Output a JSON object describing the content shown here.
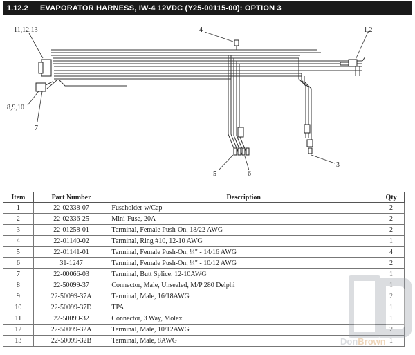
{
  "header": {
    "section_number": "1.12.2",
    "title": "EVAPORATOR HARNESS, IW-4  12VDC (Y25-00115-00): OPTION 3"
  },
  "diagram": {
    "callouts": {
      "c_11_12_13": "11,12,13",
      "c_4": "4",
      "c_1_2": "1,2",
      "c_8_9_10": "8,9,10",
      "c_7": "7",
      "c_5": "5",
      "c_6": "6",
      "c_3": "3"
    }
  },
  "table": {
    "headers": {
      "item": "Item",
      "part_number": "Part Number",
      "description": "Description",
      "qty": "Qty"
    },
    "rows": [
      {
        "item": "1",
        "part_number": "22-02338-07",
        "description": "Fuseholder w/Cap",
        "qty": "2"
      },
      {
        "item": "2",
        "part_number": "22-02336-25",
        "description": "Mini-Fuse, 20A",
        "qty": "2"
      },
      {
        "item": "3",
        "part_number": "22-01258-01",
        "description": "Terminal, Female Push-On, 18/22 AWG",
        "qty": "2"
      },
      {
        "item": "4",
        "part_number": "22-01140-02",
        "description": "Terminal, Ring #10, 12-10 AWG",
        "qty": "1"
      },
      {
        "item": "5",
        "part_number": "22-01141-01",
        "description": "Terminal, Female Push-On, ¼\" - 14/16 AWG",
        "qty": "4"
      },
      {
        "item": "6",
        "part_number": "31-1247",
        "description": "Terminal, Female Push-On, ¼\" - 10/12 AWG",
        "qty": "2"
      },
      {
        "item": "7",
        "part_number": "22-00066-03",
        "description": "Terminal, Butt Splice, 12-10AWG",
        "qty": "1"
      },
      {
        "item": "8",
        "part_number": "22-50099-37",
        "description": "Connector, Male, Unsealed, M/P 280 Delphi",
        "qty": "1"
      },
      {
        "item": "9",
        "part_number": "22-50099-37A",
        "description": "Terminal, Male, 16/18AWG",
        "qty": "2"
      },
      {
        "item": "10",
        "part_number": "22-50099-37D",
        "description": "TPA",
        "qty": "1"
      },
      {
        "item": "11",
        "part_number": "22-50099-32",
        "description": "Connector, 3 Way, Molex",
        "qty": "1"
      },
      {
        "item": "12",
        "part_number": "22-50099-32A",
        "description": "Terminal, Male, 10/12AWG",
        "qty": "2"
      },
      {
        "item": "13",
        "part_number": "22-50099-32B",
        "description": "Terminal, Male, 8AWG",
        "qty": "1"
      }
    ]
  },
  "watermark": {
    "text": "DonBrown",
    "colors": {
      "primary": "#9aa0a8",
      "accent": "#d08a3a"
    }
  }
}
